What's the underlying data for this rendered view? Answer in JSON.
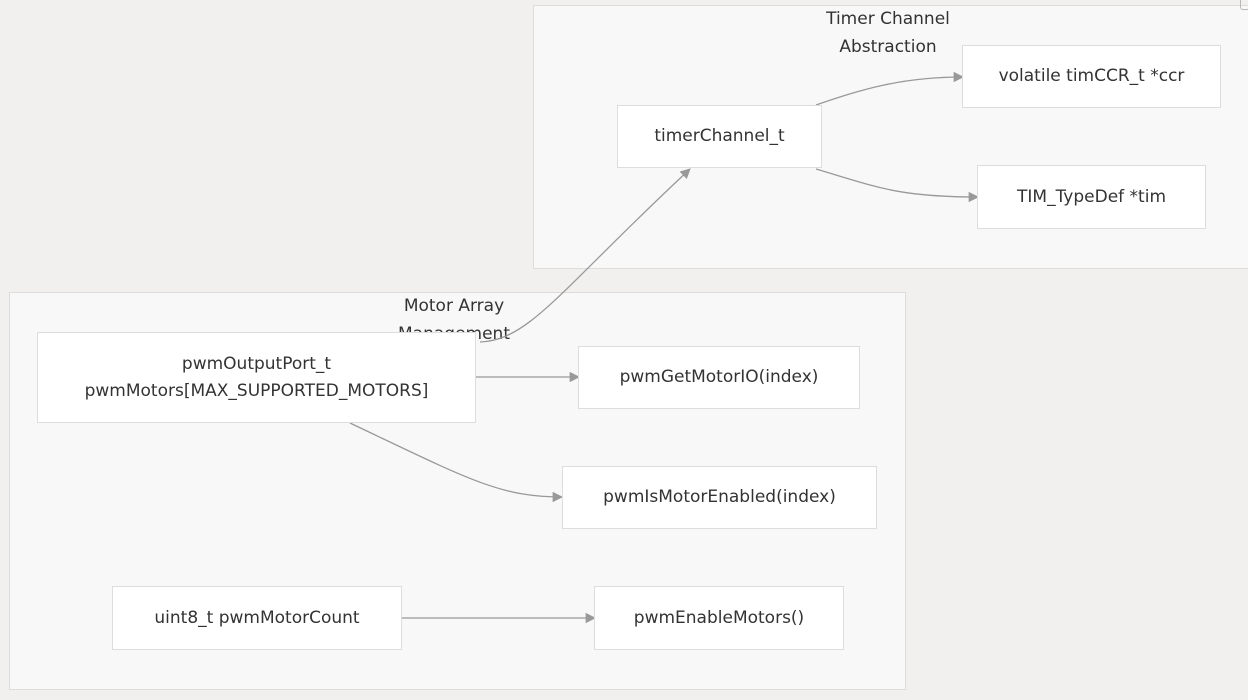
{
  "clusters": {
    "timer": {
      "label": "Timer Channel\nAbstraction"
    },
    "motor": {
      "label": "Motor Array\nManagement"
    }
  },
  "nodes": {
    "ccr": "volatile timCCR_t *ccr",
    "timer_channel": "timerChannel_t",
    "tim": "TIM_TypeDef *tim",
    "pwm_motors": "pwmOutputPort_t\npwmMotors[MAX_SUPPORTED_MOTORS]",
    "get_motor_io": "pwmGetMotorIO(index)",
    "is_motor_enabled": "pwmIsMotorEnabled(index)",
    "motor_count": "uint8_t pwmMotorCount",
    "enable_motors": "pwmEnableMotors()"
  },
  "colors": {
    "background": "#f1f0ee",
    "cluster_fill": "#f8f8f8",
    "node_fill": "#ffffff",
    "edge": "#999999",
    "text": "#333333"
  }
}
